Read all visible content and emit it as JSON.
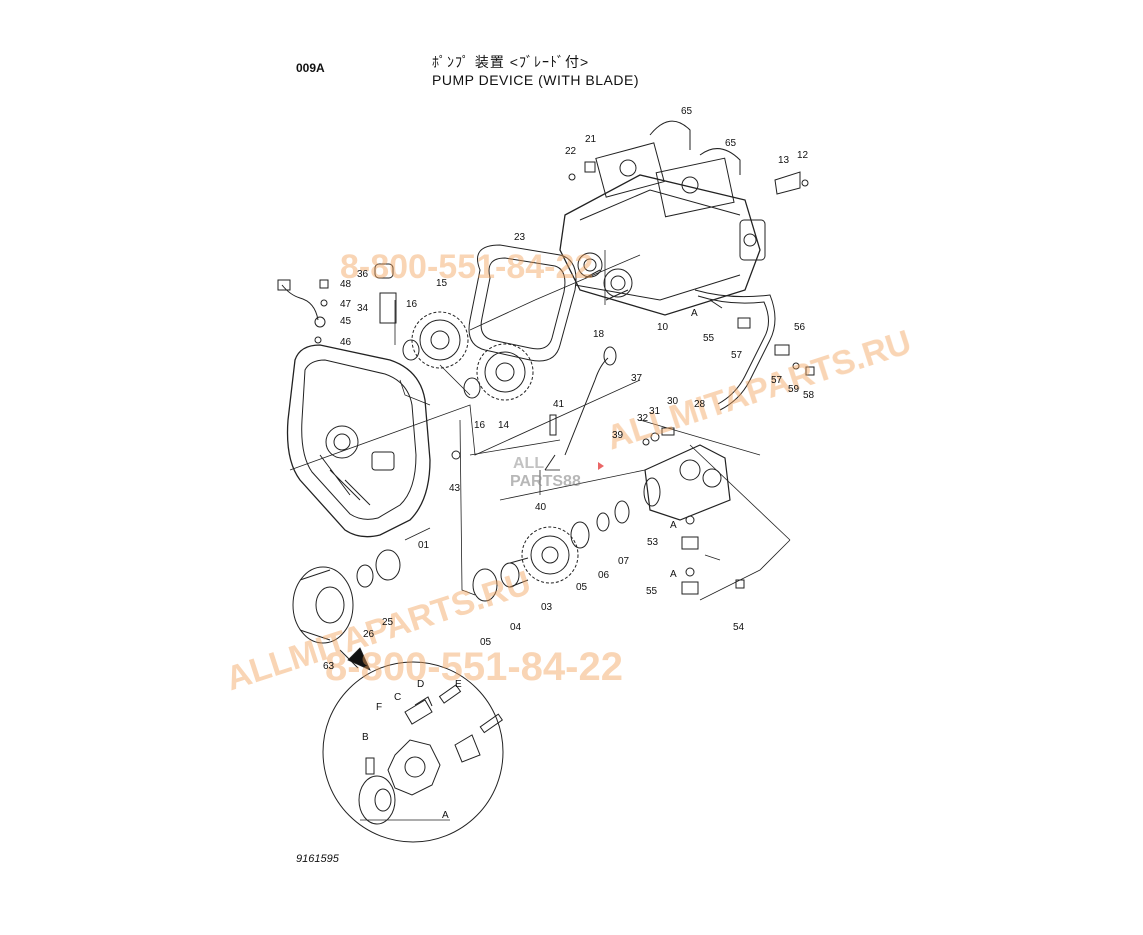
{
  "header": {
    "code": "009A",
    "title_jp": "ﾎﾟﾝﾌﾟ 装置 <ﾌﾞﾚｰﾄﾞ付>",
    "title_en": "PUMP DEVICE (WITH BLADE)"
  },
  "footer": {
    "drawing_number": "9161595"
  },
  "watermarks": {
    "phone": "8-800-551-84-22",
    "site": "ALLMITAPARTS.RU",
    "logo_line1": "ALL",
    "logo_line2": "PARTS88",
    "color": "#f2a25a"
  },
  "part_labels": [
    {
      "id": "l65a",
      "text": "65"
    },
    {
      "id": "l65b",
      "text": "65"
    },
    {
      "id": "l21",
      "text": "21"
    },
    {
      "id": "l22",
      "text": "22"
    },
    {
      "id": "l13",
      "text": "13"
    },
    {
      "id": "l12",
      "text": "12"
    },
    {
      "id": "l23",
      "text": "23"
    },
    {
      "id": "l36",
      "text": "36"
    },
    {
      "id": "l48",
      "text": "48"
    },
    {
      "id": "l47",
      "text": "47"
    },
    {
      "id": "l45",
      "text": "45"
    },
    {
      "id": "l46",
      "text": "46"
    },
    {
      "id": "l34",
      "text": "34"
    },
    {
      "id": "l16a",
      "text": "16"
    },
    {
      "id": "l15",
      "text": "15"
    },
    {
      "id": "l18",
      "text": "18"
    },
    {
      "id": "l10",
      "text": "10"
    },
    {
      "id": "lA1",
      "text": "A"
    },
    {
      "id": "l55a",
      "text": "55"
    },
    {
      "id": "l56",
      "text": "56"
    },
    {
      "id": "l57a",
      "text": "57"
    },
    {
      "id": "l57b",
      "text": "57"
    },
    {
      "id": "l59",
      "text": "59"
    },
    {
      "id": "l58",
      "text": "58"
    },
    {
      "id": "l37",
      "text": "37"
    },
    {
      "id": "l16b",
      "text": "16"
    },
    {
      "id": "l14",
      "text": "14"
    },
    {
      "id": "l41",
      "text": "41"
    },
    {
      "id": "l32",
      "text": "32"
    },
    {
      "id": "l31",
      "text": "31"
    },
    {
      "id": "l30",
      "text": "30"
    },
    {
      "id": "l28",
      "text": "28"
    },
    {
      "id": "l39",
      "text": "39"
    },
    {
      "id": "l43",
      "text": "43"
    },
    {
      "id": "l40",
      "text": "40"
    },
    {
      "id": "lA2",
      "text": "A"
    },
    {
      "id": "l53",
      "text": "53"
    },
    {
      "id": "l01",
      "text": "01"
    },
    {
      "id": "lA3",
      "text": "A"
    },
    {
      "id": "l55b",
      "text": "55"
    },
    {
      "id": "l54",
      "text": "54"
    },
    {
      "id": "l06",
      "text": "06"
    },
    {
      "id": "l07",
      "text": "07"
    },
    {
      "id": "l05a",
      "text": "05"
    },
    {
      "id": "l03",
      "text": "03"
    },
    {
      "id": "l04",
      "text": "04"
    },
    {
      "id": "l05b",
      "text": "05"
    },
    {
      "id": "l25",
      "text": "25"
    },
    {
      "id": "l26",
      "text": "26"
    },
    {
      "id": "l63",
      "text": "63"
    },
    {
      "id": "lE",
      "text": "E"
    },
    {
      "id": "lC",
      "text": "C"
    },
    {
      "id": "lD",
      "text": "D"
    },
    {
      "id": "lF",
      "text": "F"
    },
    {
      "id": "lB",
      "text": "B"
    },
    {
      "id": "lA4",
      "text": "A"
    }
  ]
}
